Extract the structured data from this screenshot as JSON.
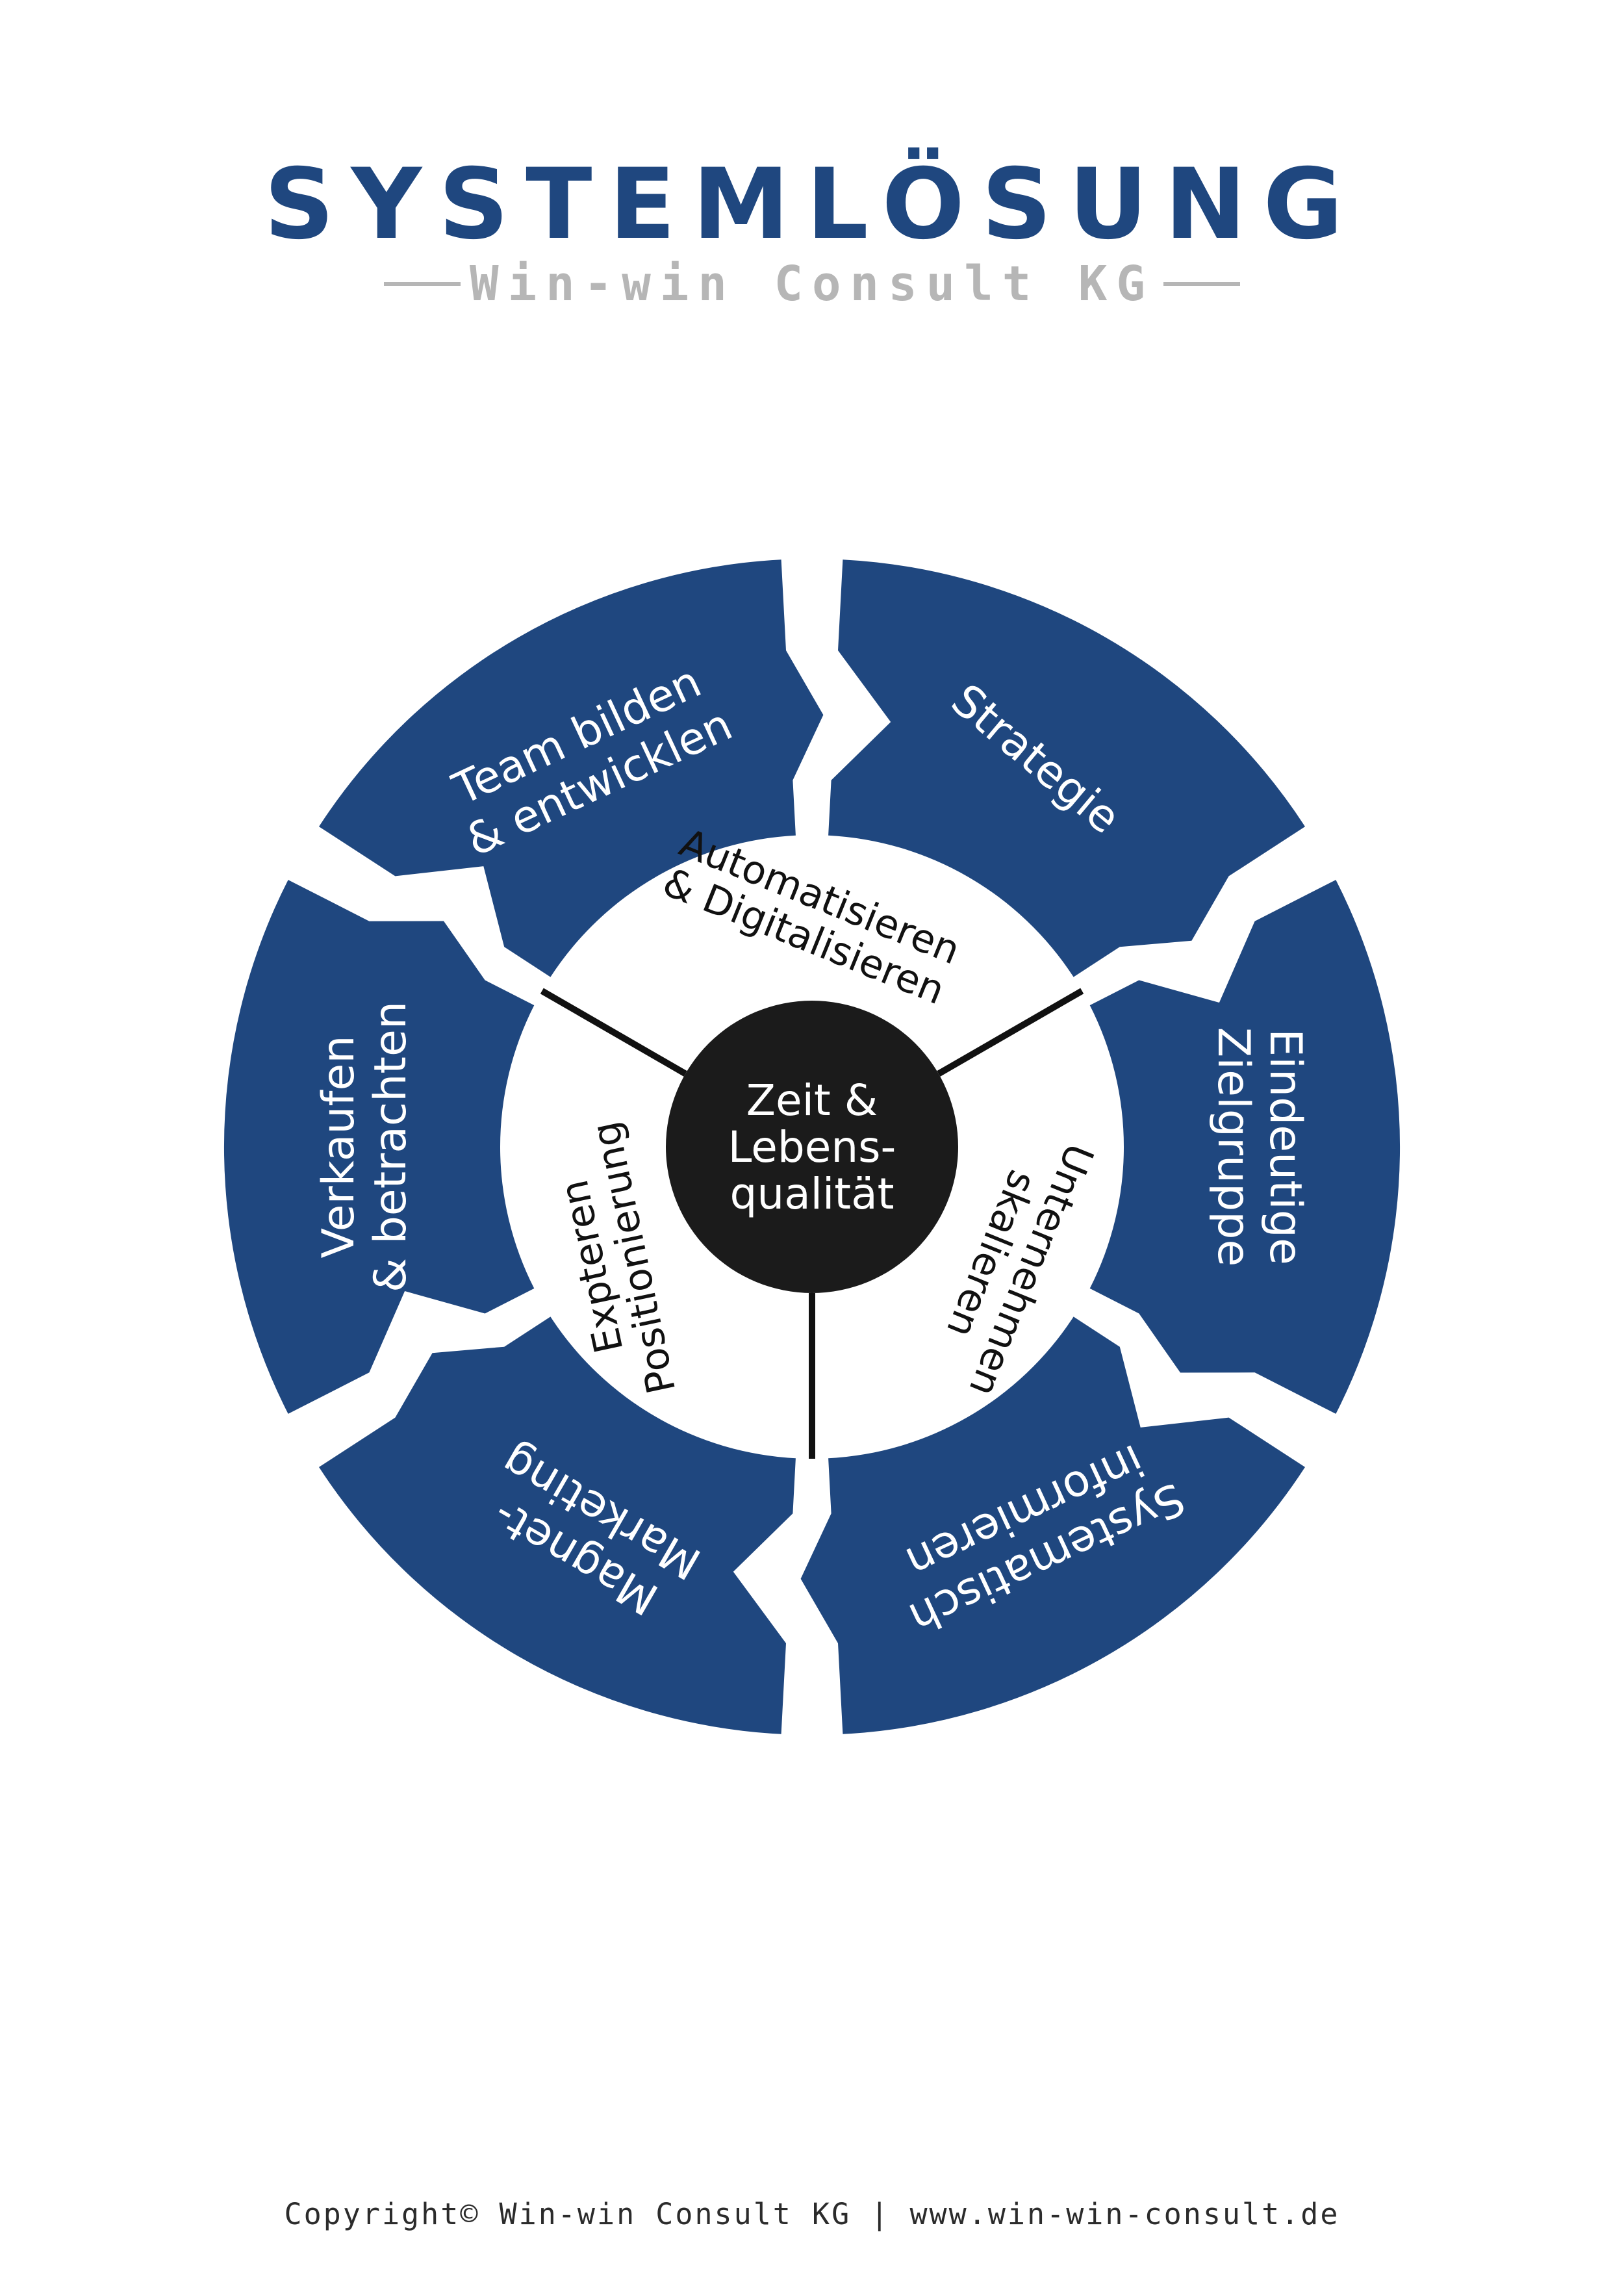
{
  "header": {
    "title": "SYSTEMLÖSUNG",
    "subtitle": "Win-win Consult KG"
  },
  "diagram": {
    "colors": {
      "segment": "#1f477f",
      "core": "#1b1b1b",
      "inner_ring": "#ffffff",
      "divider": "#111111"
    },
    "center": {
      "lines": [
        "Zeit &",
        "Lebens-",
        "qualität"
      ]
    },
    "inner_ring": [
      {
        "lines": [
          "Automatisieren",
          "& Digitalisieren"
        ]
      },
      {
        "lines": [
          "Unternehmen",
          "skalieren"
        ]
      },
      {
        "lines": [
          "Expteren",
          "Positionierung"
        ]
      }
    ],
    "outer_ring": [
      {
        "lines": [
          "Strategie"
        ]
      },
      {
        "lines": [
          "Eindeutige",
          "Zielgruppe"
        ]
      },
      {
        "lines": [
          "Systematisch",
          "informieren"
        ]
      },
      {
        "lines": [
          "Magnet-",
          "Marketing"
        ]
      },
      {
        "lines": [
          "Verkaufen",
          "& betrachten"
        ]
      },
      {
        "lines": [
          "Team bilden",
          "& entwicklen"
        ]
      }
    ]
  },
  "footer": {
    "text": "Copyright© Win-win Consult KG | www.win-win-consult.de"
  }
}
